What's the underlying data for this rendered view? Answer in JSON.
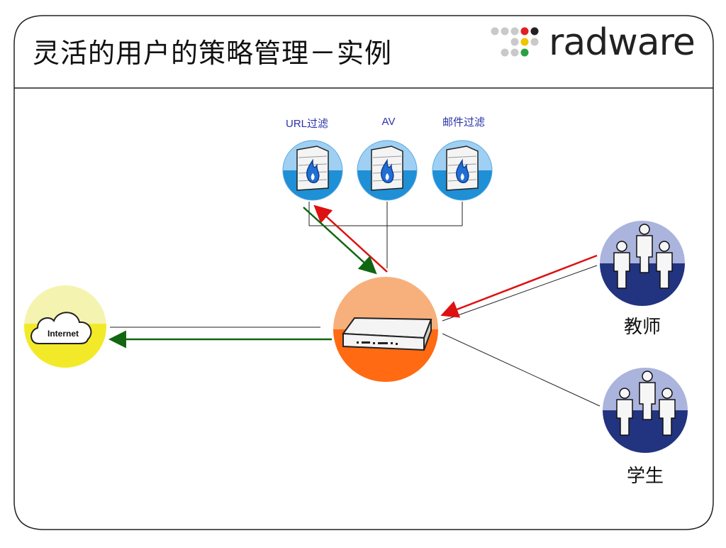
{
  "slide": {
    "title": "灵活的用户的策略管理－实例",
    "brand": "radware"
  },
  "services": [
    {
      "label": "URL过滤"
    },
    {
      "label": "AV"
    },
    {
      "label": "邮件过滤"
    }
  ],
  "internet": {
    "label": "Internet"
  },
  "groups": [
    {
      "label": "教师"
    },
    {
      "label": "学生"
    }
  ],
  "colors": {
    "red_arrow": "#dd1111",
    "green_arrow": "#116611",
    "device_top": "#f7b07c",
    "device_bottom": "#ff6a12",
    "service_top": "#9fd0f3",
    "service_bottom": "#1f8fd6",
    "user_top": "#aab4dd",
    "user_bottom": "#22337f",
    "internet_top": "#f4f4b0",
    "internet_bottom": "#f2ea28"
  }
}
